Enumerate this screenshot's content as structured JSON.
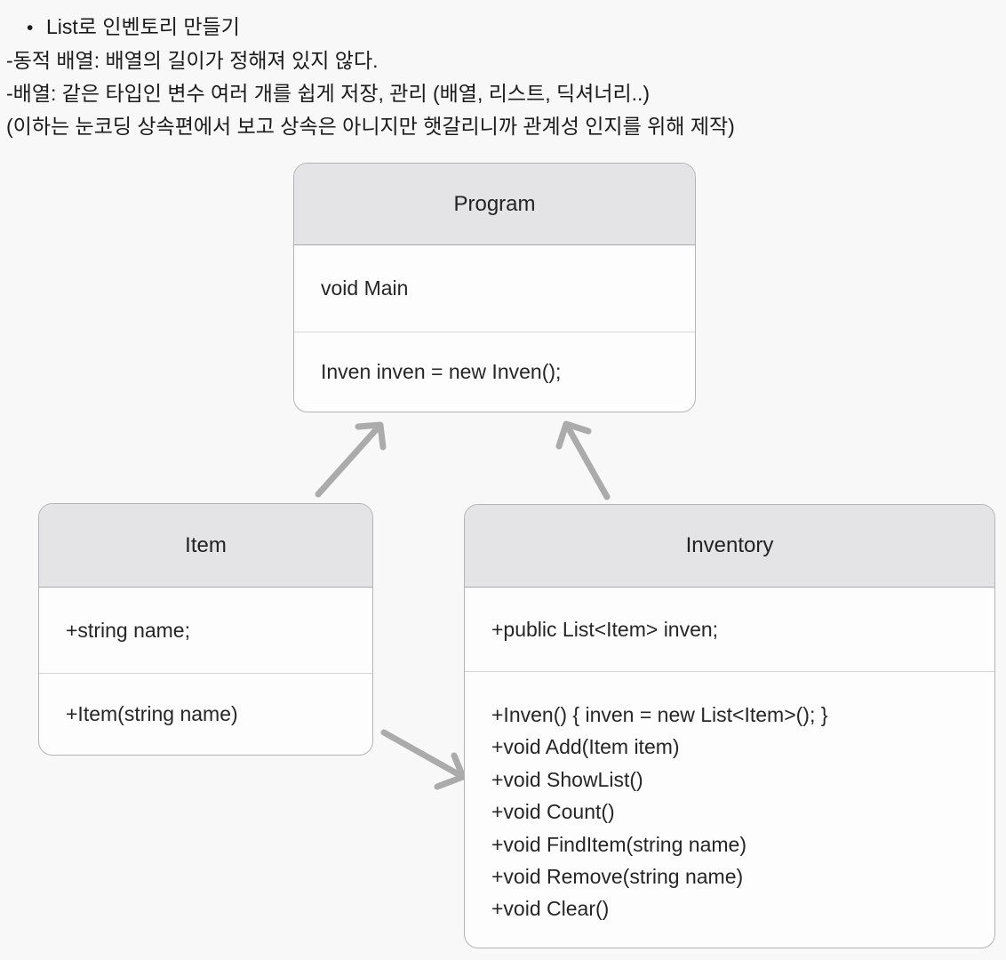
{
  "notes": {
    "bullet": "•",
    "lines": [
      "List로 인벤토리 만들기",
      "-동적 배열: 배열의 길이가 정해져 있지 않다.",
      "-배열: 같은 타입인 변수 여러 개를 쉽게 저장, 관리 (배열, 리스트, 딕셔너리..)",
      "(이하는 눈코딩 상속편에서 보고 상속은 아니지만 햇갈리니까 관계성 인지를 위해 제작)"
    ]
  },
  "classes": {
    "program": {
      "title": "Program",
      "fields": [
        "void Main"
      ],
      "methods": [
        "Inven inven = new Inven();"
      ]
    },
    "item": {
      "title": "Item",
      "fields": [
        "+string name;"
      ],
      "methods": [
        "+Item(string name)"
      ]
    },
    "inventory": {
      "title": "Inventory",
      "fields": [
        "+public List<Item> inven;"
      ],
      "methods": [
        "+Inven() { inven = new List<Item>(); }",
        "+void Add(Item item)",
        "+void ShowList()",
        "+void Count()",
        "+void FindItem(string name)",
        "+void Remove(string name)",
        "+void Clear()"
      ]
    }
  },
  "relations": [
    {
      "from": "Item",
      "to": "Program"
    },
    {
      "from": "Inventory",
      "to": "Program"
    },
    {
      "from": "Item",
      "to": "Inventory"
    }
  ],
  "colors": {
    "page_bg": "#f8f8f8",
    "box_bg": "#fdfdfd",
    "header_bg": "#e4e4e6",
    "box_border": "#b4b4b6",
    "header_border": "#a8a8aa",
    "section_divider": "#d5d5d7",
    "arrow": "#ababab",
    "text": "#262626"
  }
}
